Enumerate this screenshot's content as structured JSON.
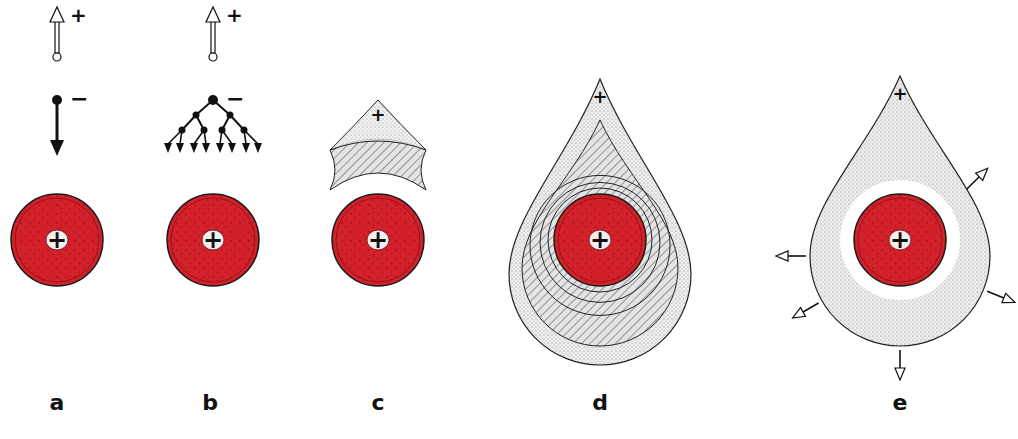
{
  "diagram": {
    "nodes": [
      {
        "text": [
          "+"
        ]
      },
      {
        "text": [
          "+"
        ]
      },
      {
        "text": [
          "+"
        ]
      },
      {
        "text": [
          "+"
        ]
      },
      {
        "text": [
          "+"
        ]
      },
      {
        "text": [
          "+"
        ],
        "in": 4
      },
      {
        "text": [
          "+"
        ]
      },
      {
        "text": [
          "+"
        ],
        "in": 6
      }
    ],
    "labels": [
      "+",
      "−",
      "+",
      "−",
      "a",
      "b",
      "c",
      "d",
      "e"
    ]
  }
}
